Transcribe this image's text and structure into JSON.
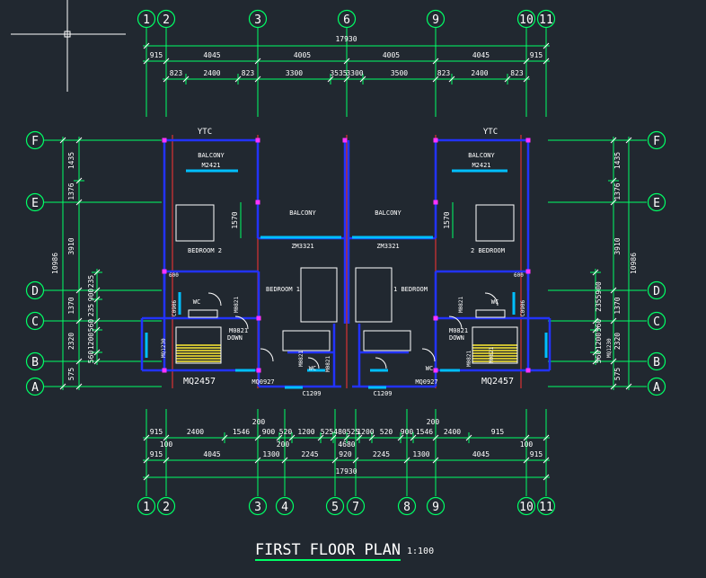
{
  "colors": {
    "background": "#212830",
    "dimension_line": "#00ff66",
    "wall": "#2233ff",
    "grid_line": "#ff3333",
    "window": "#00bfff",
    "stair": "#ffee33",
    "door": "#ffffff",
    "column": "#ff33ff",
    "text": "#ffffff"
  },
  "title": {
    "main": "FIRST  FLOOR  PLAN",
    "scale": "1:100"
  },
  "grid_axes": {
    "top": [
      "1",
      "2",
      "3",
      "6",
      "9",
      "10",
      "11"
    ],
    "bottom": [
      "1",
      "2",
      "3",
      "4",
      "5",
      "7",
      "8",
      "9",
      "10",
      "11"
    ],
    "left": [
      "F",
      "E",
      "D",
      "C",
      "B",
      "A"
    ],
    "right": [
      "F",
      "E",
      "D",
      "C",
      "B",
      "A"
    ]
  },
  "dimensions": {
    "top_overall": "17930",
    "top_row1": [
      "915",
      "4045",
      "4005",
      "4005",
      "4045",
      "915"
    ],
    "top_row2": [
      "823",
      "2400",
      "823",
      "3300",
      "3535",
      "3300",
      "3500",
      "823",
      "2400",
      "823"
    ],
    "bottom_overall": "17930",
    "bottom_row1": [
      "915",
      "2400",
      "1546",
      "900",
      "520",
      "1200",
      "525",
      "480",
      "525",
      "1200",
      "520",
      "900",
      "1546",
      "2400",
      "915"
    ],
    "bottom_row1_extra": [
      "200",
      "100",
      "200",
      "200",
      "100",
      "4680"
    ],
    "bottom_row2": [
      "915",
      "4045",
      "1300",
      "2245",
      "920",
      "2245",
      "1300",
      "4045",
      "915"
    ],
    "left_overall": "10986",
    "left_outer": [
      "1435",
      "1376",
      "3910",
      "1370",
      "2320",
      "575"
    ],
    "left_inner": [
      "235",
      "900",
      "235",
      "560",
      "1200",
      "560"
    ],
    "right_overall": "10986",
    "right_outer": [
      "1435",
      "1376",
      "3910",
      "1370",
      "2320",
      "575"
    ],
    "right_inner": [
      "2355900",
      "560",
      "1200",
      "560"
    ],
    "balcony_heights": [
      "1570",
      "1570"
    ]
  },
  "rooms": {
    "ytc_left": "YTC",
    "ytc_right": "YTC",
    "balcony_left": "BALCONY",
    "balcony_left_code": "M2421",
    "balcony_right": "BALCONY",
    "balcony_right_code": "M2421",
    "balcony_mid_left": "BALCONY",
    "balcony_mid_left_code": "ZM3321",
    "balcony_mid_right": "BALCONY",
    "balcony_mid_right_code": "ZM3321",
    "bedroom2_left": "BEDROOM 2",
    "bedroom2_right": "2 BEDROOM",
    "bedroom1_left": "BEDROOM 1",
    "bedroom1_right": "1 BEDROOM",
    "wc": "WC",
    "down": "DOWN",
    "c0906_left": "C0906",
    "c0906_right": "C0906",
    "m0821": "M0821",
    "mq1230_left": "MQ1230",
    "mq1230_right": "MQ1230",
    "mq2457_left": "MQ2457",
    "mq2457_right": "MQ2457",
    "mq0927_left": "MQ0927",
    "mq0927_right": "MQ0927",
    "c1209_left": "C1209",
    "c1209_right": "C1209",
    "dim_600": "600"
  }
}
